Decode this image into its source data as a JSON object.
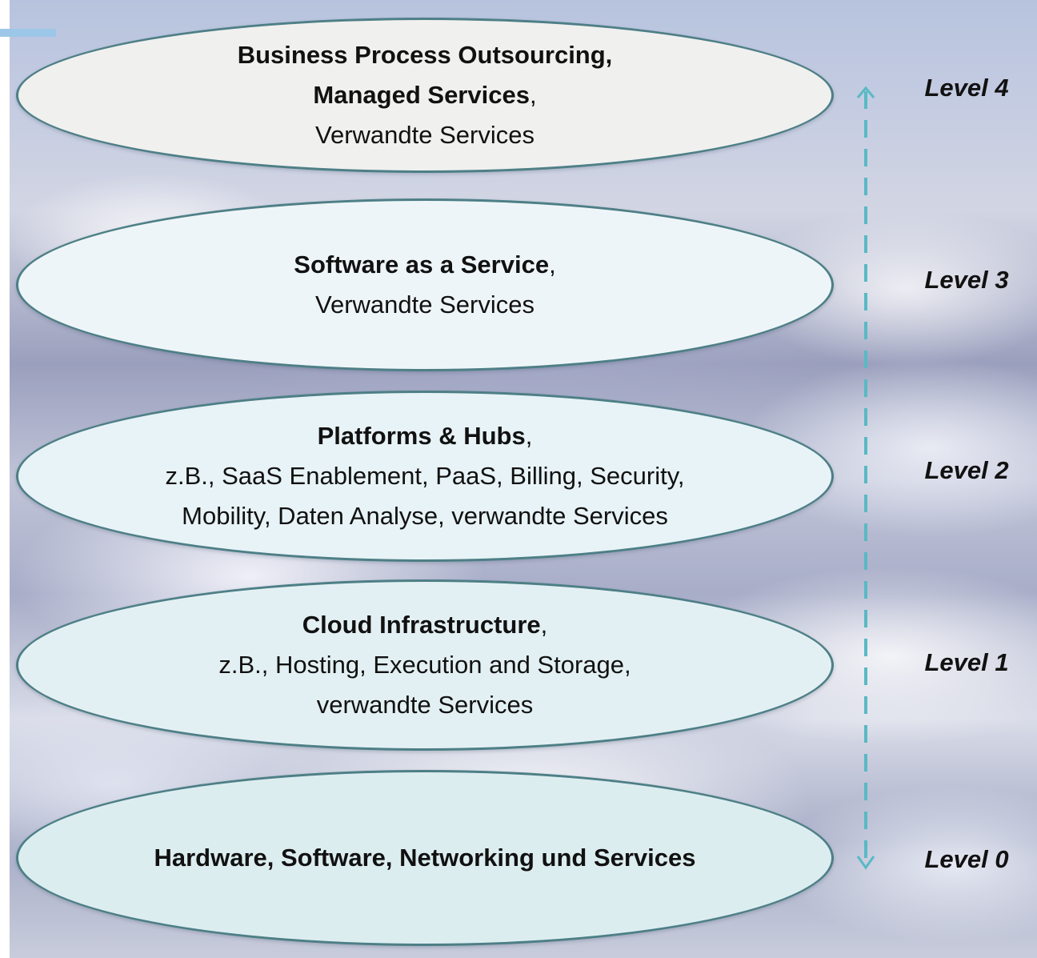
{
  "colors": {
    "ellipse_border": "#4d7f86",
    "arrow": "#59b9c4",
    "accent_bar": "#9dc7e8"
  },
  "icons": {
    "axis": "dashed-double-arrow-icon"
  },
  "layers": [
    {
      "level": "Level 4",
      "lines": [
        {
          "bold": "Business Process Outsourcing,",
          "rest": ""
        },
        {
          "bold": "Managed Services",
          "rest": ","
        },
        {
          "bold": "",
          "rest": "Verwandte Services"
        }
      ]
    },
    {
      "level": "Level 3",
      "lines": [
        {
          "bold": "Software as a Service",
          "rest": ","
        },
        {
          "bold": "",
          "rest": "Verwandte Services"
        }
      ]
    },
    {
      "level": "Level 2",
      "lines": [
        {
          "bold": "Platforms & Hubs",
          "rest": ","
        },
        {
          "bold": "",
          "rest": "z.B., SaaS Enablement, PaaS, Billing, Security,"
        },
        {
          "bold": "",
          "rest": "Mobility, Daten Analyse, verwandte Services"
        }
      ]
    },
    {
      "level": "Level 1",
      "lines": [
        {
          "bold": "Cloud Infrastructure",
          "rest": ","
        },
        {
          "bold": "",
          "rest": "z.B., Hosting, Execution and Storage,"
        },
        {
          "bold": "",
          "rest": "verwandte Services"
        }
      ]
    },
    {
      "level": "Level 0",
      "lines": [
        {
          "bold": "Hardware, Software, Networking und Services",
          "rest": ""
        }
      ]
    }
  ]
}
